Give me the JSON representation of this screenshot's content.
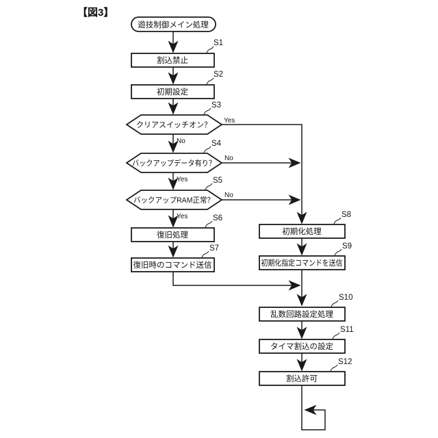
{
  "figure": {
    "title": "【図3】"
  },
  "nodes": {
    "start": {
      "label": "遊技制御メイン処理"
    },
    "s1": {
      "step": "S1",
      "label": "割込禁止"
    },
    "s2": {
      "step": "S2",
      "label": "初期設定"
    },
    "s3": {
      "step": "S3",
      "label": "クリアスイッチオン？",
      "yes": "Yes",
      "no": "No"
    },
    "s4": {
      "step": "S4",
      "label": "バックアップデータ有り？",
      "yes": "Yes",
      "no": "No"
    },
    "s5": {
      "step": "S5",
      "label": "バックアップRAM正常？",
      "yes": "Yes",
      "no": "No"
    },
    "s6": {
      "step": "S6",
      "label": "復旧処理"
    },
    "s7": {
      "step": "S7",
      "label": "復旧時のコマンド送信"
    },
    "s8": {
      "step": "S8",
      "label": "初期化処理"
    },
    "s9": {
      "step": "S9",
      "label": "初期化指定コマンドを送信"
    },
    "s10": {
      "step": "S10",
      "label": "乱数回路設定処理"
    },
    "s11": {
      "step": "S11",
      "label": "タイマ割込の設定"
    },
    "s12": {
      "step": "S12",
      "label": "割込許可"
    }
  }
}
